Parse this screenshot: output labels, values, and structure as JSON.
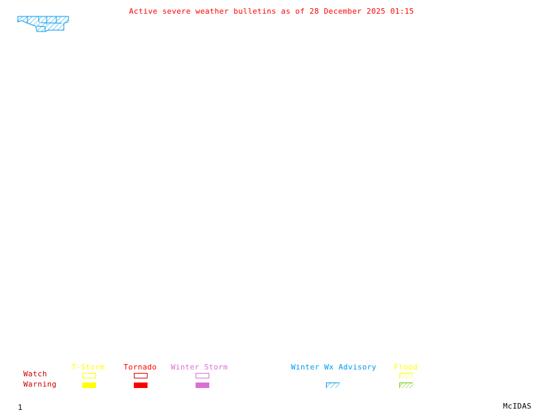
{
  "title": "Active severe weather bulletins as of 28 December 2025 01:15",
  "legend": {
    "row_labels": {
      "watch": "Watch",
      "warning": "Warning"
    },
    "categories": [
      {
        "name": "T-Storm",
        "color": "#ffff00",
        "watch": "outline",
        "warning": "filled"
      },
      {
        "name": "Tornado",
        "color": "#ff0000",
        "watch": "outline",
        "warning": "filled"
      },
      {
        "name": "Winter Storm",
        "color": "#da70d6",
        "watch": "outline",
        "warning": "filled"
      },
      {
        "name": "Winter Wx Advisory",
        "color": "#0099ee",
        "watch": null,
        "warning": "hatched"
      },
      {
        "name": "Flood",
        "color": "#ffff00",
        "warning_color": "#66cc00",
        "watch": "hatched",
        "warning": "hatched"
      }
    ],
    "label_color": "#cc0000"
  },
  "map_features": [
    {
      "type": "Winter Wx Advisory",
      "color": "#0099ee",
      "fill": "hatched"
    }
  ],
  "frame_number": "1",
  "brand": "McIDAS"
}
